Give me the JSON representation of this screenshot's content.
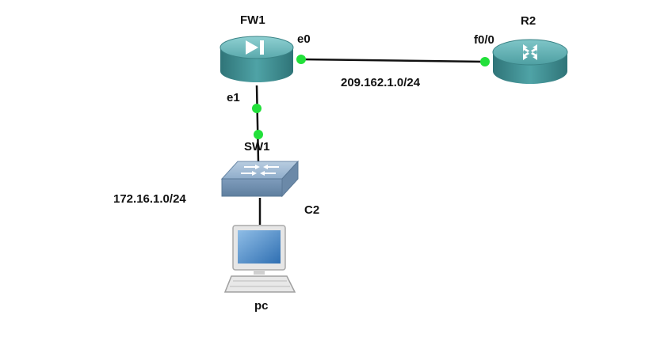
{
  "nodes": {
    "fw1": {
      "name": "FW1",
      "icon": "firewall-icon"
    },
    "r2": {
      "name": "R2",
      "icon": "router-icon"
    },
    "sw1": {
      "name": "SW1",
      "icon": "switch-icon"
    },
    "pc": {
      "name": "pc",
      "icon": "pc-icon"
    }
  },
  "interfaces": {
    "fw1_e0": "e0",
    "fw1_e1": "e1",
    "r2_f00": "f0/0",
    "c2": "C2"
  },
  "networks": {
    "wan": "209.162.1.0/24",
    "lan": "172.16.1.0/24"
  },
  "colors": {
    "link": "#111111",
    "link_up": "#22e03a",
    "device_teal": "#3f8f93",
    "switch_blue": "#7f9fbf"
  }
}
